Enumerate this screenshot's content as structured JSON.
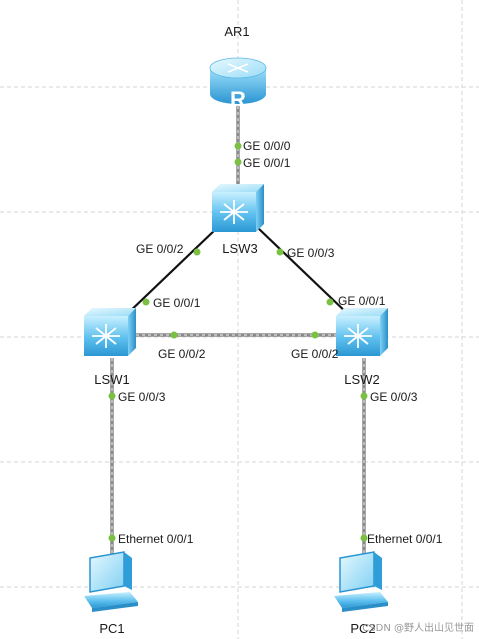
{
  "topology": {
    "devices": {
      "ar1": {
        "label": "AR1",
        "type": "router"
      },
      "lsw3": {
        "label": "LSW3",
        "type": "switch"
      },
      "lsw1": {
        "label": "LSW1",
        "type": "switch"
      },
      "lsw2": {
        "label": "LSW2",
        "type": "switch"
      },
      "pc1": {
        "label": "PC1",
        "type": "pc"
      },
      "pc2": {
        "label": "PC2",
        "type": "pc"
      }
    },
    "ports": {
      "ar1_lsw3_a": "GE 0/0/0",
      "ar1_lsw3_b": "GE 0/0/1",
      "lsw3_lsw1_a": "GE 0/0/2",
      "lsw3_lsw1_b": "GE 0/0/1",
      "lsw3_lsw2_a": "GE 0/0/3",
      "lsw3_lsw2_b": "GE 0/0/1",
      "lsw1_lsw2_a": "GE 0/0/2",
      "lsw1_lsw2_b": "GE 0/0/2",
      "lsw1_pc1_a": "GE 0/0/3",
      "lsw1_pc1_b": "Ethernet 0/0/1",
      "lsw2_pc2_a": "GE 0/0/3",
      "lsw2_pc2_b": "Ethernet 0/0/1"
    },
    "colors": {
      "grid": "#d6d6d6",
      "link_solid": "#111111",
      "link_ethernet": "#8a8a8a",
      "port_dot": "#7ac143",
      "device_light": "#bfe9fb",
      "device_mid": "#6dc6ee",
      "device_dark": "#2f9ed8"
    }
  },
  "watermark": "CSDN @野人出山见世面"
}
